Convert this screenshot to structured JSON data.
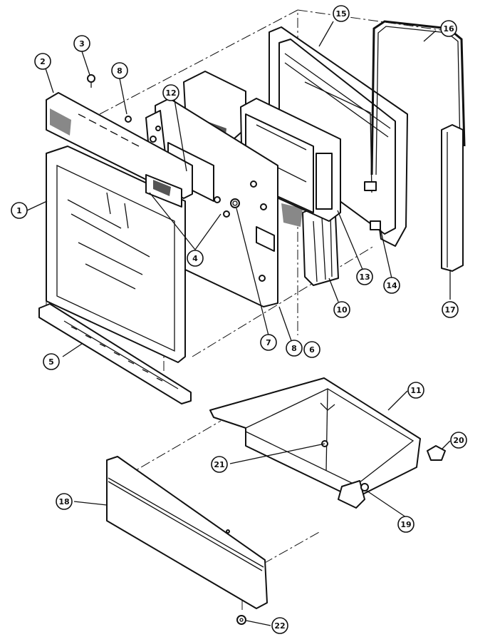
{
  "callouts": {
    "c1": "1",
    "c2": "2",
    "c3": "3",
    "c4": "4",
    "c5": "5",
    "c6": "6",
    "c7": "7",
    "c8a": "8",
    "c8b": "8",
    "c10": "10",
    "c11": "11",
    "c12": "12",
    "c13": "13",
    "c14": "14",
    "c15": "15",
    "c16": "16",
    "c17": "17",
    "c18": "18",
    "c19": "19",
    "c20": "20",
    "c21": "21",
    "c22": "22"
  }
}
